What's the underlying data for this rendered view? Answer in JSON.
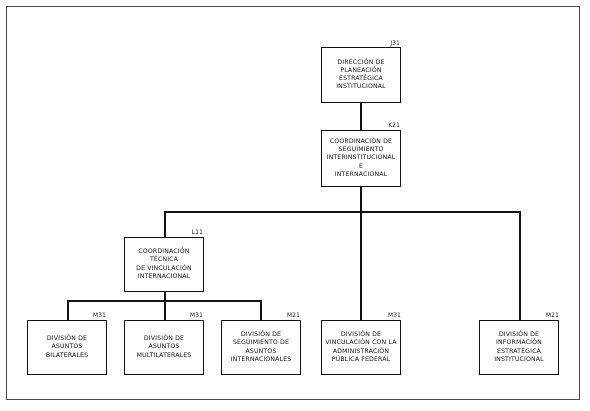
{
  "nodes": {
    "direccion": {
      "code": "J31",
      "lines": [
        "DIRECCIÓN DE",
        "PLANEACIÓN",
        "ESTRATÉGICA",
        "INSTITUCIONAL"
      ]
    },
    "coord_seguimiento": {
      "code": "K21",
      "lines": [
        "COORDINACIÓN DE",
        "SEGUIMIENTO",
        "INTERINSTITUCIONAL E",
        "INTERNACIONAL"
      ]
    },
    "coord_vinculacion": {
      "code": "L11",
      "lines": [
        "COORDINACIÓN TÉCNICA",
        "DE VINCULACIÓN",
        "INTERNACIONAL"
      ]
    },
    "div_bilaterales": {
      "code": "M31",
      "lines": [
        "DIVISIÓN DE",
        "ASUNTOS BILATERALES"
      ]
    },
    "div_multilaterales": {
      "code": "M31",
      "lines": [
        "DIVISIÓN DE",
        "ASUNTOS",
        "MULTILATERALES"
      ]
    },
    "div_seguimiento": {
      "code": "M21",
      "lines": [
        "DIVISIÓN DE",
        "SEGUIMIENTO DE",
        "ASUNTOS",
        "INTERNACIONALES"
      ]
    },
    "div_vinculacion_apf": {
      "code": "M31",
      "lines": [
        "DIVISIÓN DE",
        "VINCULACIÓN CON LA",
        "ADMINISTRACIÓN",
        "PÚBLICA FEDERAL"
      ]
    },
    "div_informacion": {
      "code": "M21",
      "lines": [
        "DIVISIÓN DE",
        "INFORMACIÓN",
        "ESTRATÉGICA",
        "INSTITUCIONAL"
      ]
    }
  }
}
